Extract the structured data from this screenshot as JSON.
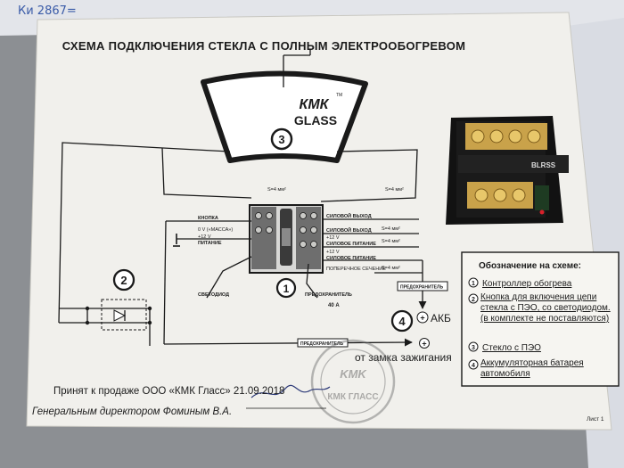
{
  "title": "СХЕМА ПОДКЛЮЧЕНИЯ СТЕКЛА С ПОЛНЫМ ЭЛЕКТРООБОГРЕВОМ",
  "logo": {
    "brand": "КМК",
    "sub": "GLASS",
    "tm": "TM"
  },
  "markers": {
    "m1": "1",
    "m2": "2",
    "m3": "3",
    "m4": "4"
  },
  "wire_labels": {
    "s_left": "S=4 мм²",
    "s_right": "S=4 мм²",
    "knopka": "КНОПКА",
    "massa": "0 V («МАССА»)",
    "v12_left": "+12 V",
    "pitanie_left": "ПИТАНИЕ",
    "silovoi_vyhod": "СИЛОВОЙ ВЫХОД",
    "silovoi_vyhod_2": "СИЛОВОЙ ВЫХОД",
    "v12_right": "+12 V",
    "silovoe_pitanie": "СИЛОВОЕ ПИТАНИЕ",
    "v12_right2": "+12 V",
    "silovoe_pitanie_2": "СИЛОВОЕ ПИТАНИЕ",
    "poperechnoe": "ПОПЕРЕЧНОЕ СЕЧЕНИЕ",
    "s_out": "S=4 мм²",
    "s_pow": "S=4 мм²",
    "s_cross": "S=4 мм²",
    "svetodiod": "СВЕТОДИОД",
    "predohranitel": "ПРЕДОХРАНИТЕЛЬ",
    "amp": "40 А",
    "predohranitel_box": "ПРЕДОХРАНИТЕЛЬ",
    "predohranitel_box2": "ПРЕДОХРАНИТЕЛЬ",
    "akb": "АКБ",
    "plus": "+",
    "ot_zamka": "от замка зажигания"
  },
  "legend": {
    "title": "Обозначение на схеме:",
    "items": [
      {
        "num": "1",
        "text": "Контроллер обогрева"
      },
      {
        "num": "2",
        "text": "Кнопка для включения цепи стекла с ПЭО, со светодиодом. (в комплекте не поставляются)"
      },
      {
        "num": "3",
        "text": "Стекло с ПЭО"
      },
      {
        "num": "4",
        "text": "Аккумуляторная батарея автомобиля"
      }
    ]
  },
  "footer": {
    "accepted": "Принят к продаже  ООО «КМК Гласс» 21.09.2018",
    "director": "Генеральным директором Фоминым В.А.",
    "sheet": "Лист 1"
  },
  "stamp": {
    "text": "КМК ГЛАСС"
  },
  "device_labels": {
    "label": "BLRSS"
  },
  "colors": {
    "paper": "#f1f0ec",
    "ink": "#1c1c1c",
    "background": "#8c8f93",
    "handwriting": "#3a5ba8",
    "brass": "#c9a24a"
  }
}
